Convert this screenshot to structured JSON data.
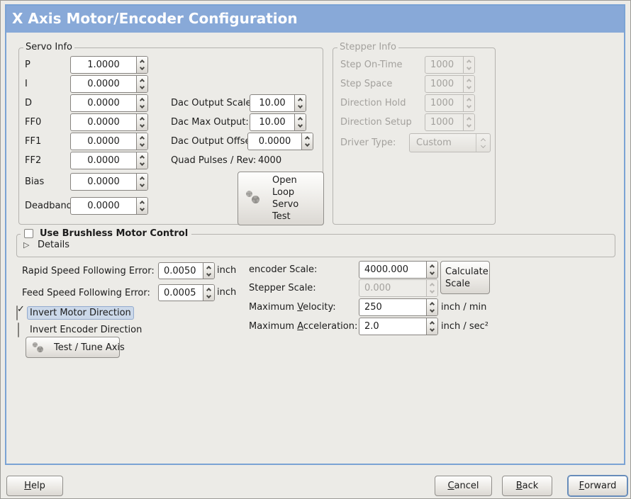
{
  "title": {
    "text": "X Axis Motor/Encoder Configuration"
  },
  "colors": {
    "titlebar_bg": "#88a9d8",
    "panel_border": "#7ba3d4",
    "window_bg": "#ecebe7",
    "focus_highlight": "#cbd8e9",
    "focus_border": "#93abce"
  },
  "servo_info": {
    "legend": "Servo Info",
    "fields": [
      {
        "label": "P",
        "value": "1.0000"
      },
      {
        "label": "I",
        "value": "0.0000"
      },
      {
        "label": "D",
        "value": "0.0000"
      },
      {
        "label": "FF0",
        "value": "0.0000"
      },
      {
        "label": "FF1",
        "value": "0.0000"
      },
      {
        "label": "FF2",
        "value": "0.0000"
      },
      {
        "label": "Bias",
        "value": "0.0000"
      },
      {
        "label": "Deadband",
        "value": "0.0000"
      }
    ],
    "dac": [
      {
        "label": "Dac Output Scale:",
        "value": "10.00"
      },
      {
        "label": "Dac Max Output:",
        "value": "10.00"
      },
      {
        "label": "Dac Output Offset:",
        "value": "0.0000"
      }
    ],
    "quad": {
      "label": "Quad Pulses / Rev:",
      "value": "4000"
    },
    "open_loop": {
      "lines": [
        "Open",
        "Loop",
        "Servo",
        "Test"
      ]
    }
  },
  "stepper_info": {
    "legend": "Stepper Info",
    "enabled": false,
    "fields": [
      {
        "label": "Step On-Time",
        "value": "1000"
      },
      {
        "label": "Step Space",
        "value": "1000"
      },
      {
        "label": "Direction Hold",
        "value": "1000"
      },
      {
        "label": "Direction Setup",
        "value": "1000"
      }
    ],
    "driver": {
      "label": "Driver Type:",
      "value": "Custom"
    }
  },
  "brushless": {
    "checkbox_label": "Use Brushless Motor Control",
    "checked": false,
    "details_label": "Details",
    "expanded": false
  },
  "follow": {
    "rapid": {
      "label": "Rapid Speed Following Error:",
      "value": "0.0050",
      "unit": "inch"
    },
    "feed": {
      "label": "Feed Speed Following Error:",
      "value": "0.0005",
      "unit": "inch"
    }
  },
  "scales": {
    "encoder": {
      "label": "encoder Scale:",
      "value": "4000.000"
    },
    "calc_button": {
      "lines": [
        "Calculate",
        "Scale"
      ]
    },
    "stepper": {
      "label": "Stepper Scale:",
      "value": "0.000",
      "enabled": false
    },
    "velocity": {
      "pre": "Maximum ",
      "mn": "V",
      "post": "elocity:",
      "value": "250",
      "unit": "inch / min"
    },
    "accel": {
      "pre": "Maximum ",
      "mn": "A",
      "post": "cceleration:",
      "value": "2.0",
      "unit": "inch / sec²"
    }
  },
  "invert": {
    "motor": {
      "label": "Invert Motor Direction",
      "checked": true
    },
    "encoder": {
      "label": "Invert Encoder Direction",
      "checked": false
    },
    "test_button": "Test / Tune Axis"
  },
  "actions": {
    "help": {
      "mn": "H",
      "rest": "elp"
    },
    "cancel": {
      "mn": "C",
      "rest": "ancel"
    },
    "back": {
      "mn": "B",
      "rest": "ack"
    },
    "forward": {
      "mn": "F",
      "rest": "orward"
    }
  }
}
